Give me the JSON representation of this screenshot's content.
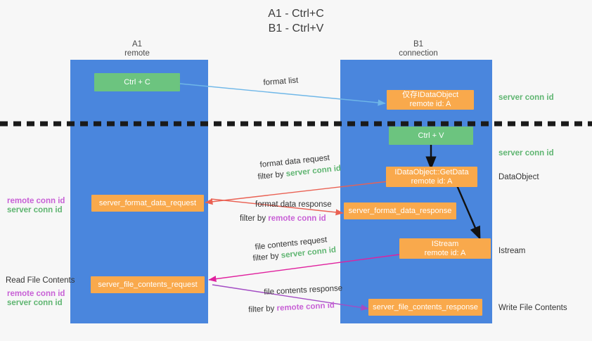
{
  "title": "A1 - Ctrl+C\nB1 - Ctrl+V",
  "columns": {
    "left": "A1\nremote",
    "right": "B1\nconnection"
  },
  "colors": {
    "lane": "#4a86dd",
    "green_box": "#6cc47f",
    "orange_box": "#f9a94c",
    "server_conn_id": "#5fb571",
    "remote_conn_id": "#c861d6",
    "red_arrow": "#ea6153",
    "pink_arrow": "#e0219e",
    "purple_arrow": "#a34cc4",
    "blue_arrow": "#6fb7e8",
    "black_arrow": "#111111",
    "dash_rule": "#1a1a1a"
  },
  "boxes": {
    "ctrl_c": "Ctrl + C",
    "ctrl_v": "Ctrl + V",
    "idataobject": "仅存IDataObject\nremote id: A",
    "getdata": "IDataObject::GetData\nremote id: A",
    "istream": "IStream\nremote id: A",
    "server_format_data_request": "server_format_data_request",
    "server_format_data_response": "server_format_data_response",
    "server_file_contents_request": "server_file_contents_request",
    "server_file_contents_response": "server_file_contents_response"
  },
  "edge_labels": {
    "format_list": "format list",
    "format_data_request": "format data request",
    "format_data_request_filter_prefix": "filter by ",
    "format_data_request_filter_key": "server conn id",
    "format_data_response": "format data response",
    "format_data_response_filter_prefix": "filter by ",
    "format_data_response_filter_key": "remote conn id",
    "file_contents_request": "file contents request",
    "file_contents_request_filter_prefix": "filter by ",
    "file_contents_request_filter_key": "server conn id",
    "file_contents_response": "file contents response",
    "file_contents_response_filter_prefix": "filter by ",
    "file_contents_response_filter_key": "remote conn id"
  },
  "right_labels": {
    "server_conn_id_top": "server conn id",
    "server_conn_id_second": "server conn id",
    "dataobject": "DataObject",
    "istream": "Istream",
    "write_file_contents": "Write File Contents"
  },
  "left_labels": {
    "remote_conn_id_1": "remote conn id",
    "server_conn_id_1": "server conn id",
    "read_file_contents": "Read File Contents",
    "remote_conn_id_2": "remote conn id",
    "server_conn_id_2": "server conn id"
  }
}
